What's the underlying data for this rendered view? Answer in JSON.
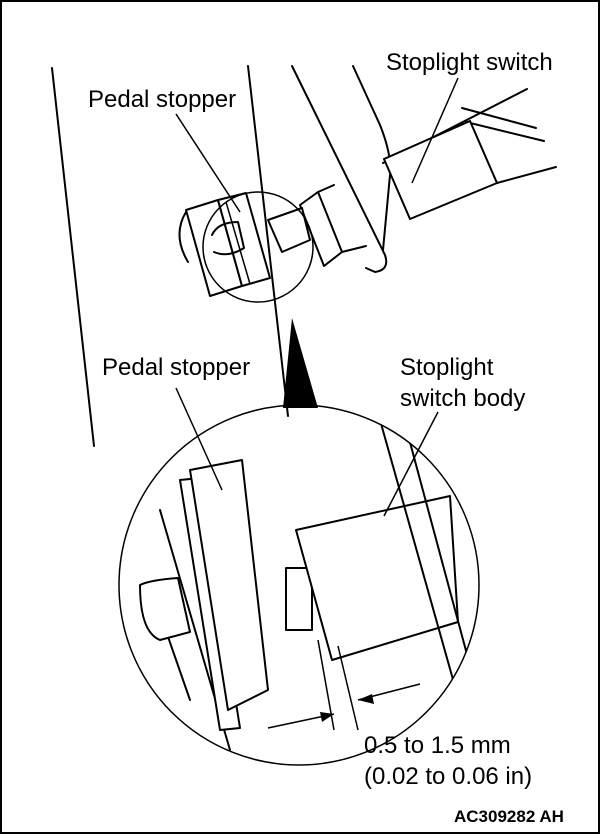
{
  "labels": {
    "stoplight_switch": "Stoplight switch",
    "pedal_stopper_top": "Pedal stopper",
    "pedal_stopper_detail": "Pedal stopper",
    "stoplight_switch_body_line1": "Stoplight",
    "stoplight_switch_body_line2": "switch body",
    "clearance_mm": "0.5 to 1.5 mm",
    "clearance_in": "(0.02 to 0.06 in)",
    "figure_code": "AC309282 AH"
  }
}
